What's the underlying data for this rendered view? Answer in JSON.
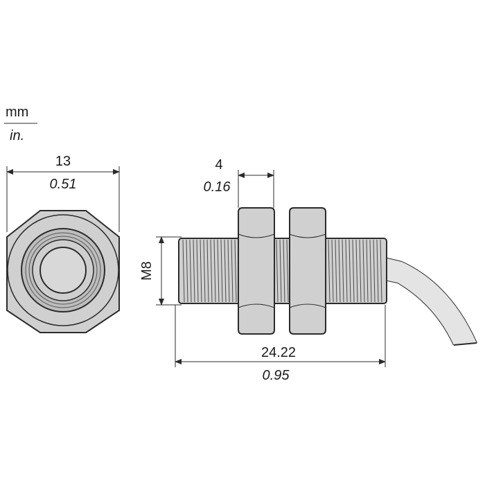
{
  "units": {
    "primary": "mm",
    "secondary": "in."
  },
  "front_view": {
    "width_mm": "13",
    "width_in": "0.51"
  },
  "side_view": {
    "nut_mm": "4",
    "nut_in": "0.16",
    "thread_label": "M8",
    "length_mm": "24.22",
    "length_in": "0.95"
  },
  "colors": {
    "metal": "#d0d0d0",
    "outline": "#2b2b2b"
  }
}
